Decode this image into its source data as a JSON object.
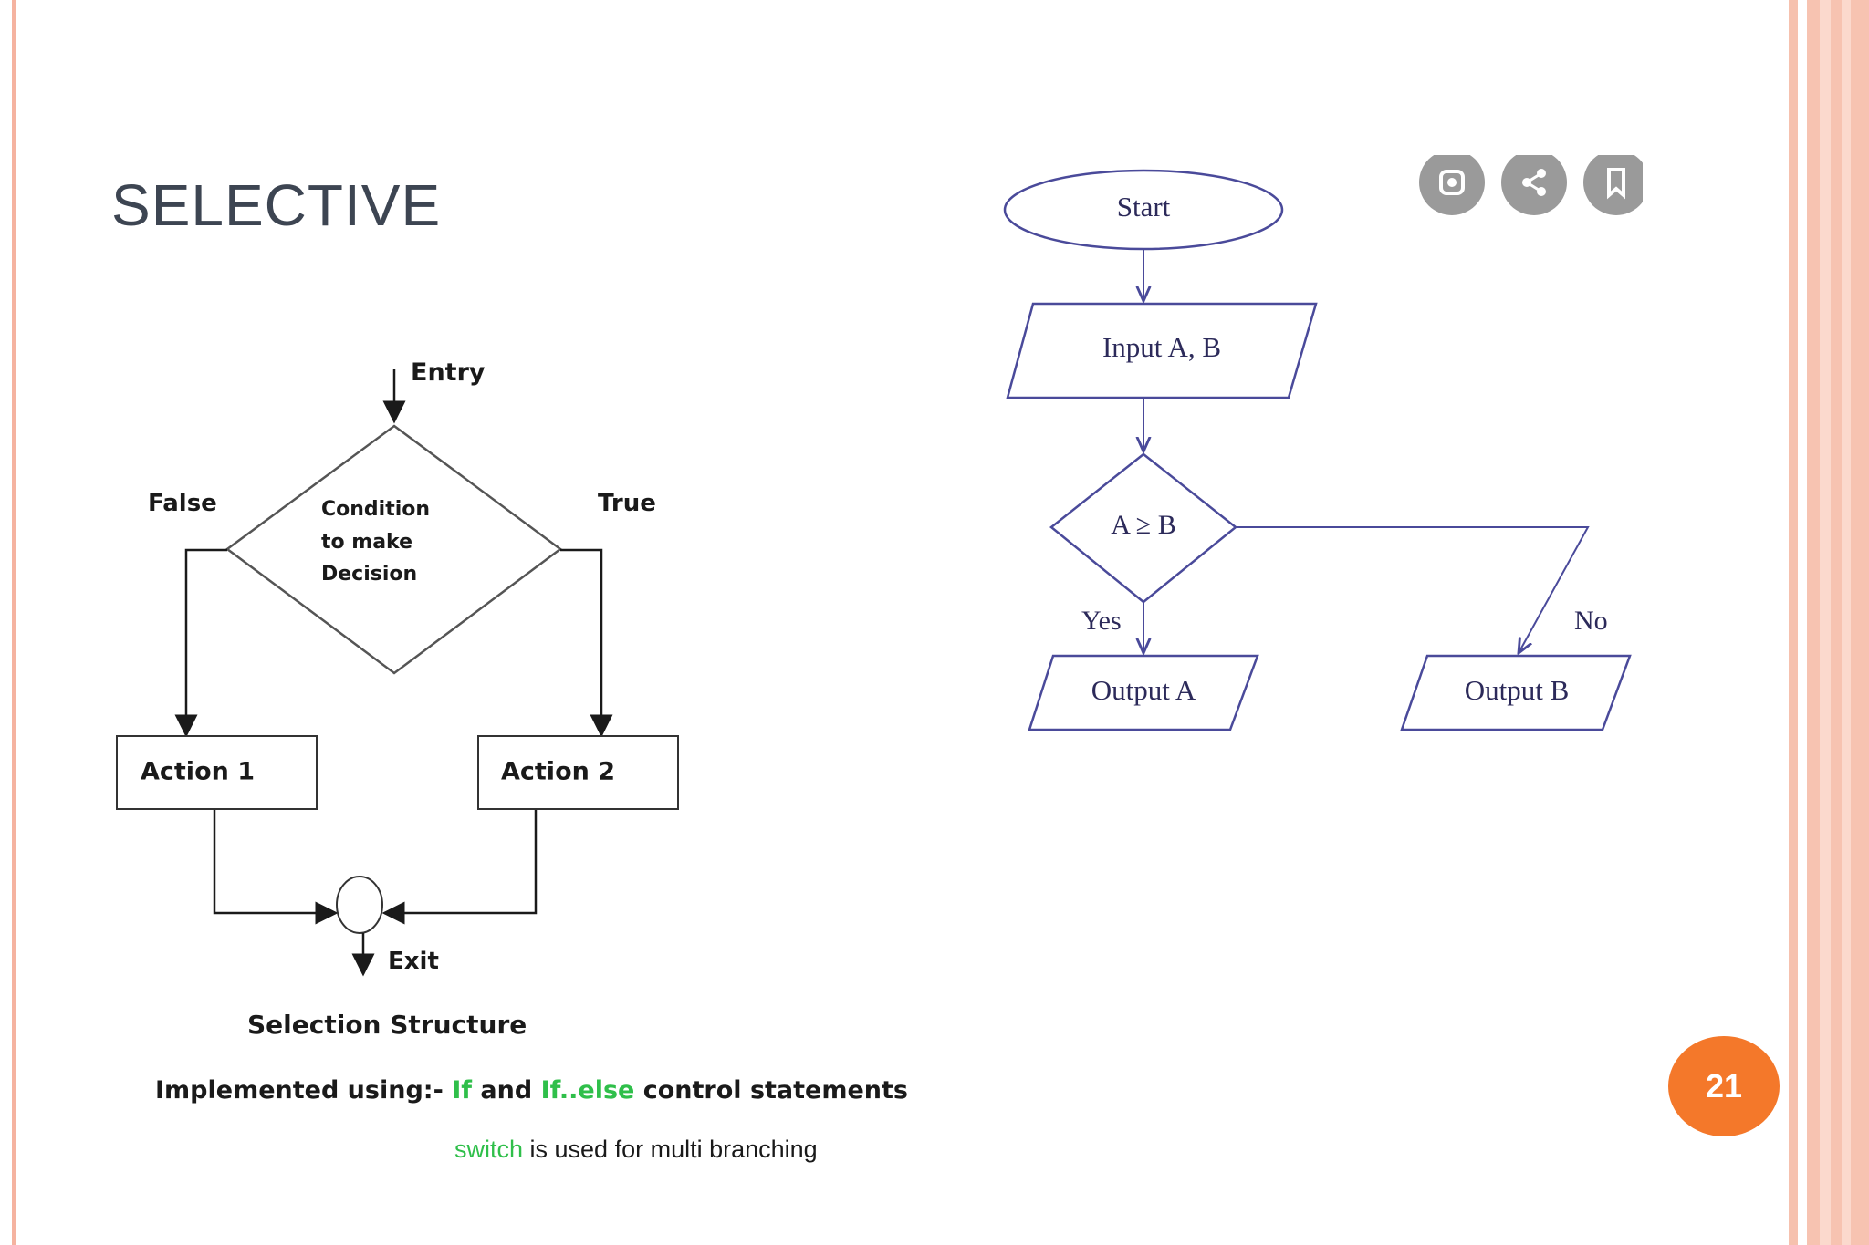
{
  "slide": {
    "title": "SELECTIVE",
    "page_number": "21"
  },
  "left_diagram": {
    "entry_label": "Entry",
    "false_label": "False",
    "true_label": "True",
    "condition_lines": [
      "Condition",
      "to make",
      "Decision"
    ],
    "action1_label": "Action 1",
    "action2_label": "Action 2",
    "exit_label": "Exit",
    "caption_title": "Selection Structure",
    "impl_prefix": "Implemented using:- ",
    "impl_kw_if": "If",
    "impl_and": " and ",
    "impl_kw_ifelse": "If..else",
    "impl_suffix": " control statements",
    "switch_kw": "switch",
    "switch_text": " is used for multi branching"
  },
  "right_diagram": {
    "start_label": "Start",
    "input_label": "Input A, B",
    "condition_label": "A ≥ B",
    "yes_label": "Yes",
    "no_label": "No",
    "output_a_label": "Output A",
    "output_b_label": "Output B"
  },
  "overlay_icons": [
    "lens-icon",
    "share-icon",
    "bookmark-icon"
  ],
  "colors": {
    "badge": "#f4782a",
    "keyword": "#2fbf4a",
    "border": "#f5b3a0",
    "flow_line": "#4a4a9a"
  }
}
